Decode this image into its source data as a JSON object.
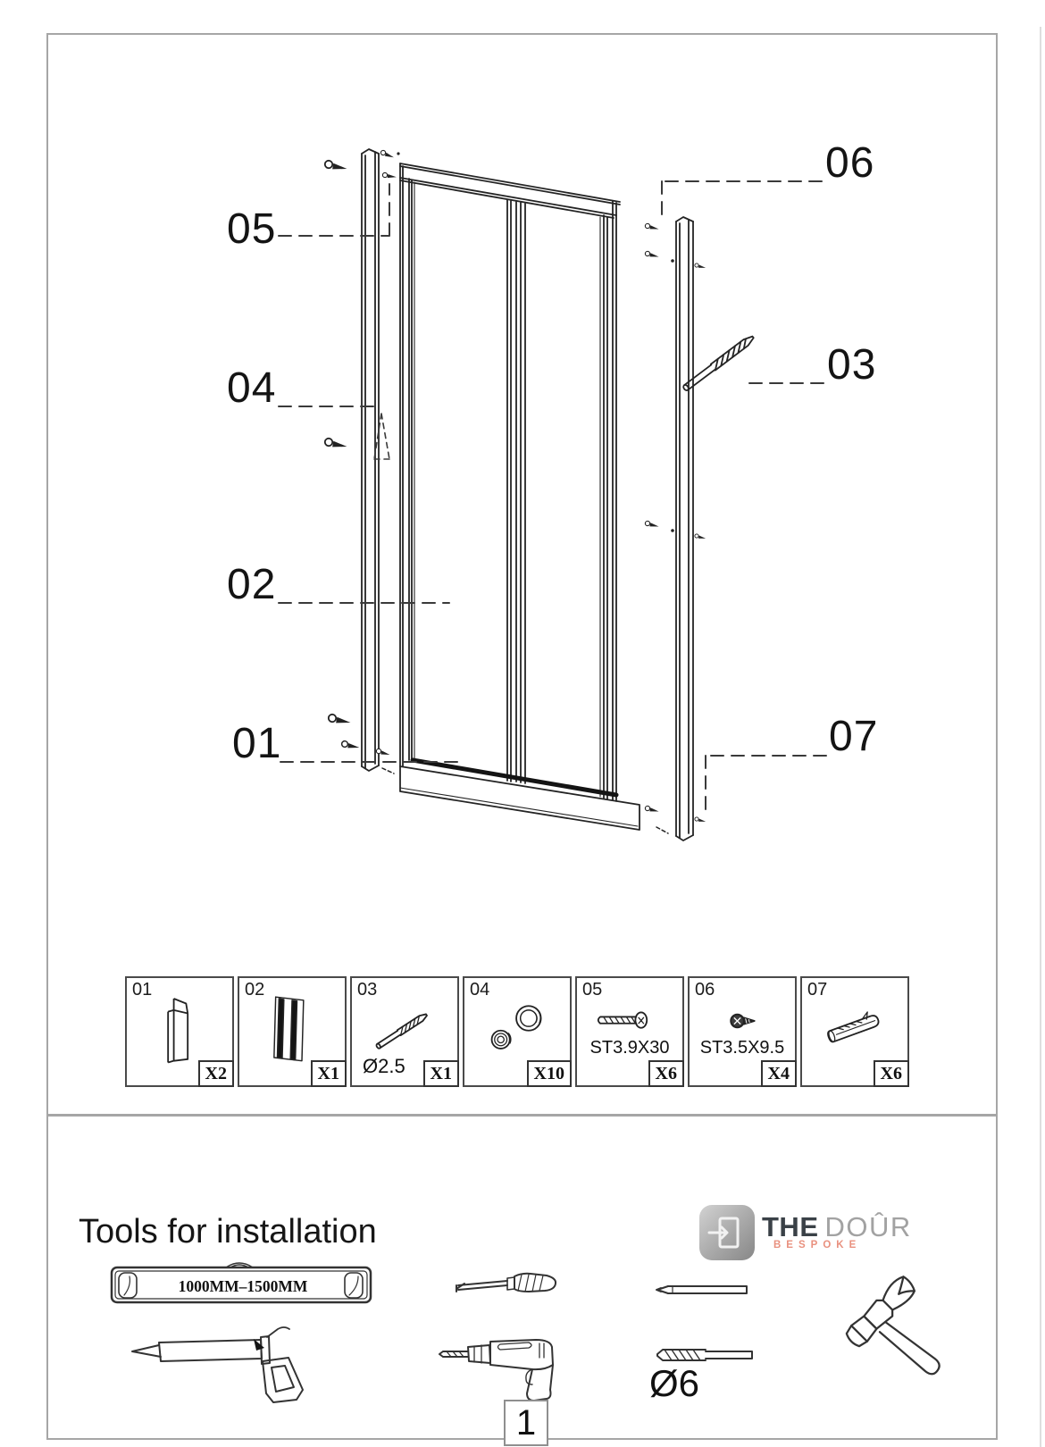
{
  "page": {
    "number": "1"
  },
  "diagram": {
    "callouts": [
      {
        "id": "05"
      },
      {
        "id": "04"
      },
      {
        "id": "02"
      },
      {
        "id": "01"
      },
      {
        "id": "06"
      },
      {
        "id": "03"
      },
      {
        "id": "07"
      }
    ]
  },
  "parts": {
    "items": [
      {
        "id": "01",
        "spec": "",
        "qty": "X2",
        "icon": "wall-profile-icon"
      },
      {
        "id": "02",
        "spec": "",
        "qty": "X1",
        "icon": "seal-frame-icon"
      },
      {
        "id": "03",
        "spec": "Ø2.5",
        "qty": "X1",
        "icon": "drill-bit-icon"
      },
      {
        "id": "04",
        "spec": "",
        "qty": "X10",
        "icon": "rollers-icon"
      },
      {
        "id": "05",
        "spec": "ST3.9X30",
        "qty": "X6",
        "icon": "long-screw-icon"
      },
      {
        "id": "06",
        "spec": "ST3.5X9.5",
        "qty": "X4",
        "icon": "small-screw-icon"
      },
      {
        "id": "07",
        "spec": "",
        "qty": "X6",
        "icon": "wall-plug-icon"
      }
    ]
  },
  "tools": {
    "heading": "Tools for installation",
    "level_label": "1000MM–1500MM",
    "drill_bit_label": "Ø6",
    "icons": [
      "spirit-level-icon",
      "caulking-gun-icon",
      "screwdriver-icon",
      "drill-icon",
      "pencil-icon",
      "drill-bit-icon",
      "hammer-icon"
    ]
  },
  "logo": {
    "word_the": "THE",
    "word_dour": "DOÛR",
    "tagline": "BESPOKE"
  },
  "colors": {
    "accent_coral": "#E9917F",
    "logo_gray": "#A2A2A2",
    "logo_dark": "#3A4147",
    "line": "#242424",
    "frame_border": "#A6A6A6"
  }
}
